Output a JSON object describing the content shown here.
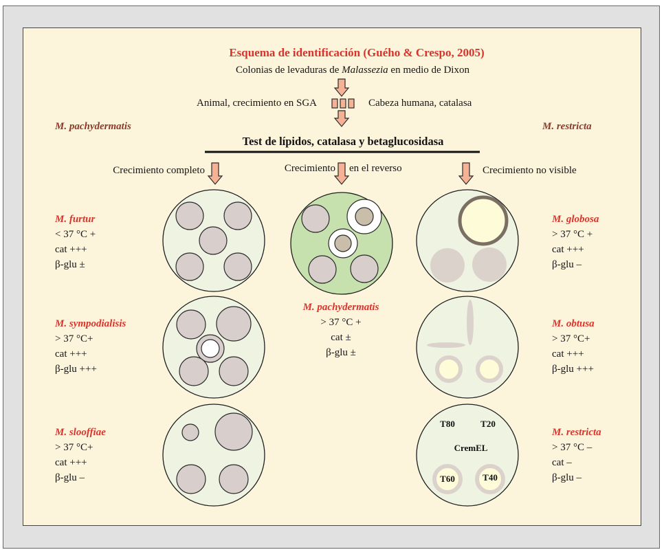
{
  "header": {
    "title": "Esquema de identificación (Guého & Crespo, 2005)",
    "subtitle_before": "Colonias de levaduras de ",
    "subtitle_genus": "Malassezia",
    "subtitle_after": " en medio de Dixon"
  },
  "branch": {
    "left": "Animal, crecimiento en SGA",
    "right": "Cabeza humana, catalasa",
    "left_species": "M. pachydermatis",
    "right_species": "M. restricta"
  },
  "test": {
    "title": "Test de lípidos, catalasa y betaglucosidasa",
    "outcome_left": "Crecimiento completo",
    "outcome_center_before": "Crecimiento",
    "outcome_center_after": "en el reverso",
    "outcome_right": "Crecimiento no visible"
  },
  "species": {
    "left": [
      {
        "name": "M. furtur",
        "temp": "< 37 °C +",
        "cat": "cat +++",
        "bglu": "β-glu ±"
      },
      {
        "name": "M. sympodialisis",
        "temp": "> 37 °C+",
        "cat": "cat +++",
        "bglu": "β-glu +++"
      },
      {
        "name": "M. slooffiae",
        "temp": "> 37 °C+",
        "cat": "cat +++",
        "bglu": "β-glu –"
      }
    ],
    "center": {
      "name": "M. pachydermatis",
      "temp": "> 37 °C +",
      "cat": "cat ±",
      "bglu": "β-glu ±"
    },
    "right": [
      {
        "name": "M. globosa",
        "temp": "> 37 °C +",
        "cat": "cat +++",
        "bglu": "β-glu –"
      },
      {
        "name": "M. obtusa",
        "temp": "> 37 °C+",
        "cat": "cat +++",
        "bglu": "β-glu +++"
      },
      {
        "name": "M. restricta",
        "temp": "> 37 °C –",
        "cat": "cat –",
        "bglu": "β-glu –"
      }
    ]
  },
  "plate_labels": {
    "t80": "T80",
    "t20": "T20",
    "cremel": "CremEL",
    "t60": "T60",
    "t40": "T40"
  },
  "colors": {
    "title": "#d9342b",
    "species_name": "#d9342b",
    "branch_species": "#8b3a2a",
    "outer": "#e1e1e1",
    "panel": "#fdf4dc",
    "arrow": "#f5b294",
    "dish": "#eef3e2",
    "dish_green": "#c6e0ae",
    "colony": "#d8cfcc",
    "colony_inner": "#c9bea9",
    "pale": "#dcd2cc",
    "cream": "#fefbd8",
    "ring_dark": "#7a6f62"
  }
}
